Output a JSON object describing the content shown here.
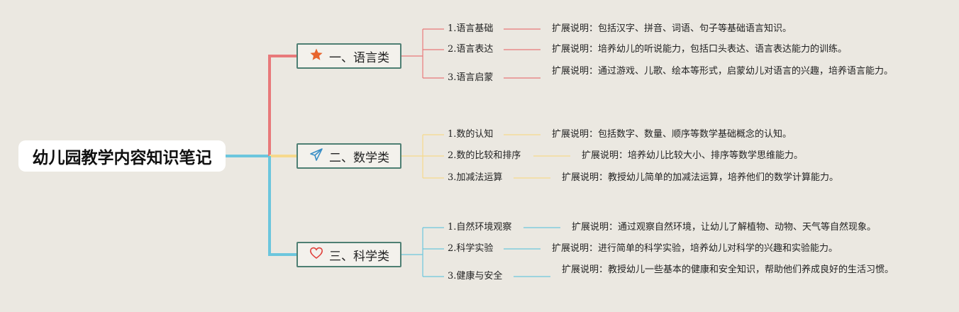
{
  "title": "幼儿园教学内容知识笔记",
  "colors": {
    "background": "#ebe8e1",
    "language": "#e8797a",
    "math": "#f6d98c",
    "science": "#6cc6dd",
    "node_border": "#4e7f73"
  },
  "categories": [
    {
      "label": "一、语言类",
      "icon": "star-icon",
      "items": [
        {
          "label": "1.语言基础",
          "desc": "扩展说明：包括汉字、拼音、词语、句子等基础语言知识。"
        },
        {
          "label": "2.语言表达",
          "desc": "扩展说明：培养幼儿的听说能力，包括口头表达、语言表达能力的训练。"
        },
        {
          "label": "3.语言启蒙",
          "desc": "扩展说明：通过游戏、儿歌、绘本等形式，启蒙幼儿对语言的兴趣，培养语言能力。"
        }
      ]
    },
    {
      "label": "二、数学类",
      "icon": "paper-plane-icon",
      "items": [
        {
          "label": "1.数的认知",
          "desc": "扩展说明：包括数字、数量、顺序等数学基础概念的认知。"
        },
        {
          "label": "2.数的比较和排序",
          "desc": "扩展说明：培养幼儿比较大小、排序等数学思维能力。"
        },
        {
          "label": "3.加减法运算",
          "desc": "扩展说明：教授幼儿简单的加减法运算，培养他们的数学计算能力。"
        }
      ]
    },
    {
      "label": "三、科学类",
      "icon": "heart-icon",
      "items": [
        {
          "label": "1.自然环境观察",
          "desc": "扩展说明：通过观察自然环境，让幼儿了解植物、动物、天气等自然现象。"
        },
        {
          "label": "2.科学实验",
          "desc": "扩展说明：进行简单的科学实验，培养幼儿对科学的兴趣和实验能力。"
        },
        {
          "label": "3.健康与安全",
          "desc": "扩展说明：教授幼儿一些基本的健康和安全知识，帮助他们养成良好的生活习惯。"
        }
      ]
    }
  ]
}
